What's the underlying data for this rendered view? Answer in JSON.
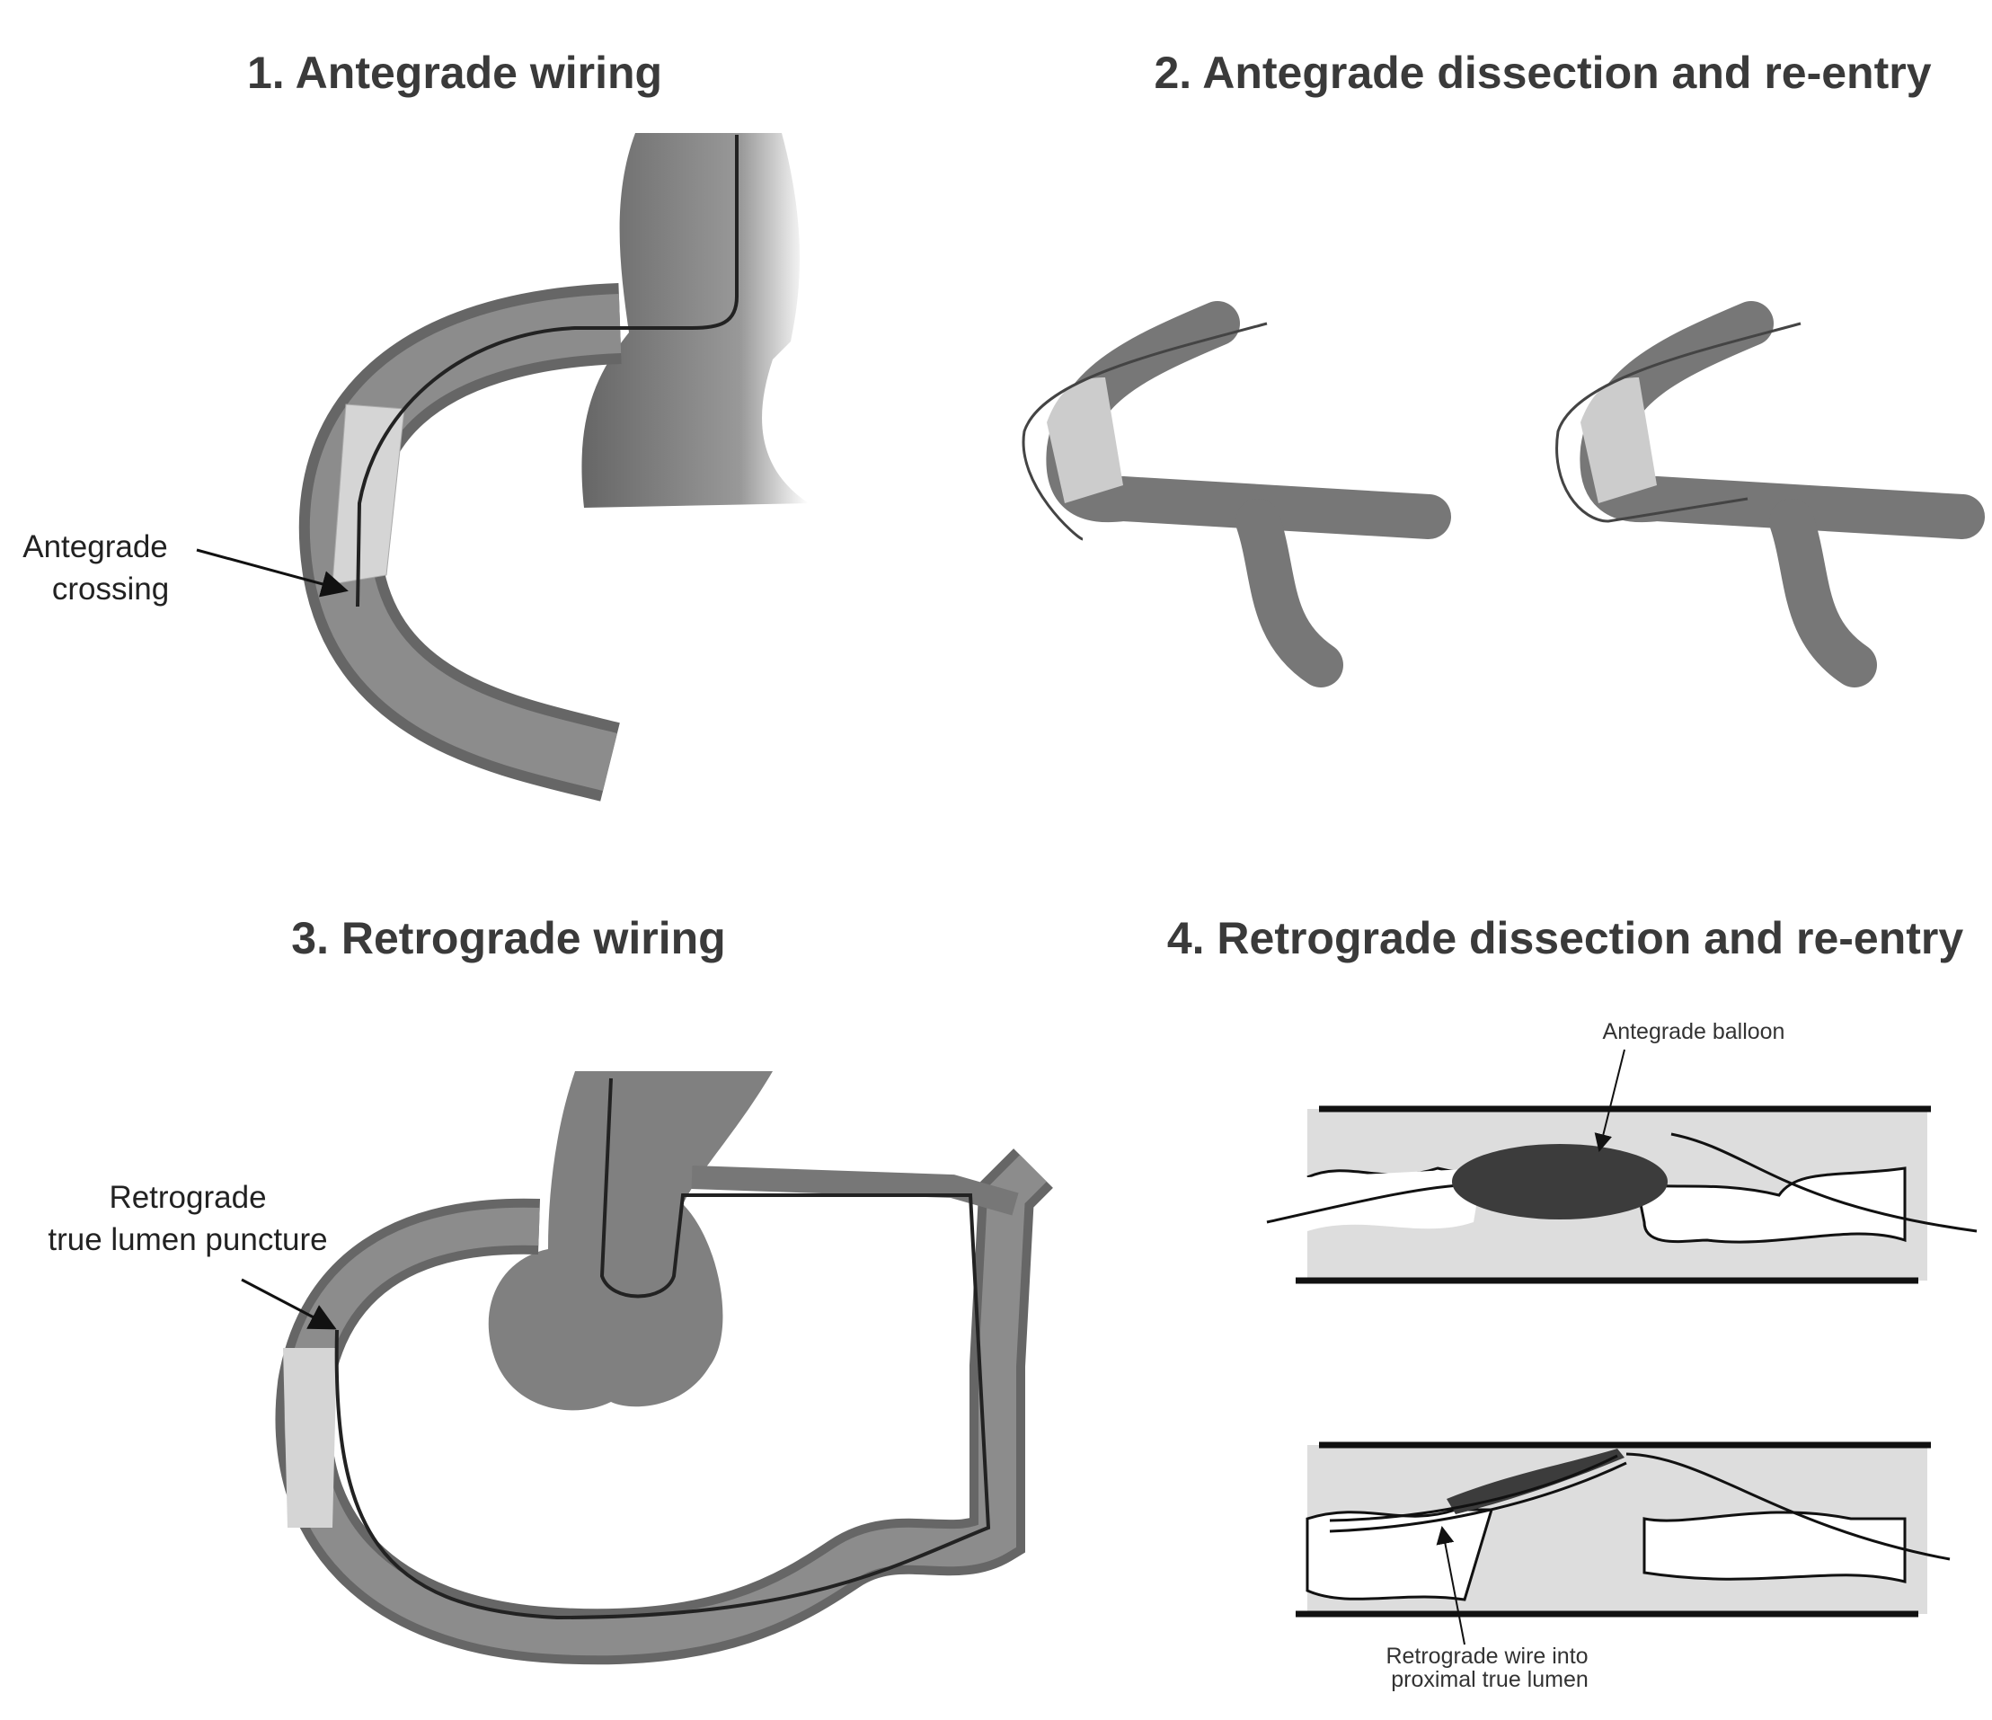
{
  "panels": [
    {
      "title": "1. Antegrade wiring",
      "labels": [
        "Antegrade",
        "crossing"
      ]
    },
    {
      "title": "2. Antegrade dissection and re-entry"
    },
    {
      "title": "3. Retrograde wiring",
      "labels": [
        "Retrograde",
        "true lumen puncture"
      ]
    },
    {
      "title": "4. Retrograde dissection and re-entry",
      "labels": [
        "Antegrade balloon",
        "Retrograde wire into",
        "proximal true lumen"
      ]
    }
  ],
  "colors": {
    "vessel": "#777777",
    "vessel_inner": "#8c8c8c",
    "plaque": "#d9d9d9",
    "balloon": "#3c3c3c",
    "text": "#3a3a3a"
  }
}
